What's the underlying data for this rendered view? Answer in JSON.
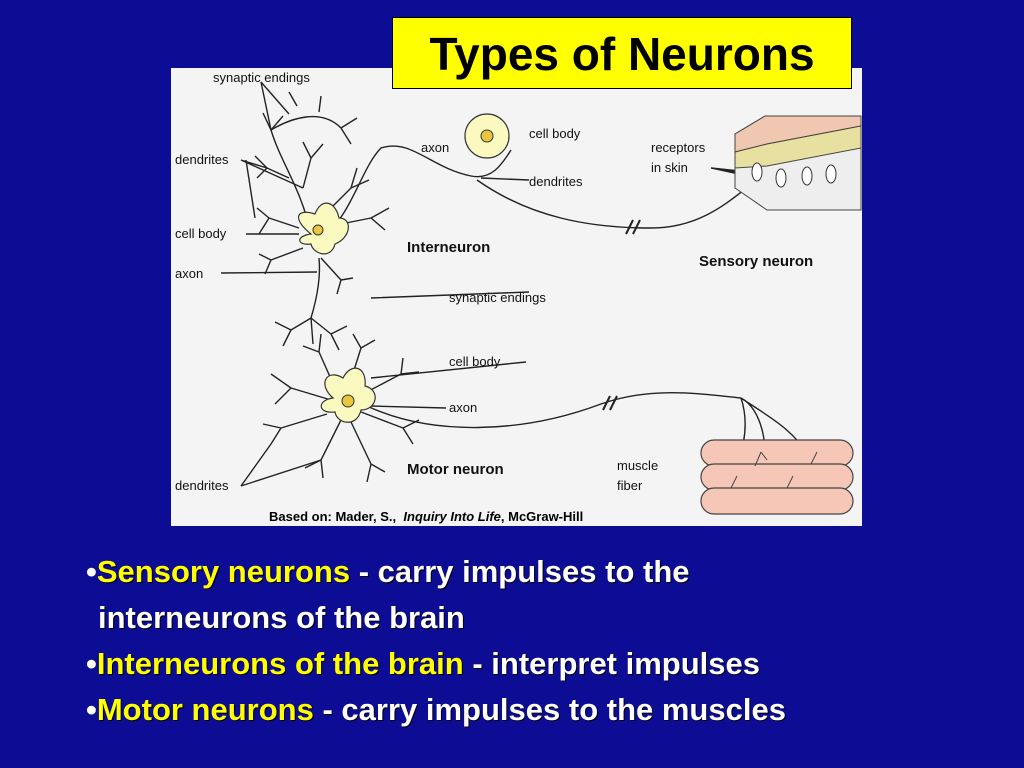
{
  "title": "Types of Neurons",
  "diagram": {
    "labels": {
      "synaptic_endings_top": "synaptic endings",
      "dendrites_left": "dendrites",
      "cell_body_left": "cell body",
      "axon_left": "axon",
      "axon_inter": "axon",
      "cell_body_sensory": "cell body",
      "dendrites_sensory": "dendrites",
      "receptors": "receptors",
      "in_skin": "in skin",
      "interneuron": "Interneuron",
      "sensory_neuron": "Sensory neuron",
      "synaptic_endings_mid": "synaptic endings",
      "cell_body_motor": "cell body",
      "axon_motor": "axon",
      "motor_neuron": "Motor neuron",
      "dendrites_motor": "dendrites",
      "muscle": "muscle",
      "fiber": "fiber"
    },
    "caption": {
      "prefix": "Based on: Mader, S.,",
      "book": "Inquiry Into Life",
      "publisher": ", McGraw-Hill"
    },
    "colors": {
      "cell_body": "#fafac0",
      "nucleus": "#e8c640",
      "skin": "#f0c7b1",
      "muscle": "#f6c7b7"
    }
  },
  "bullets": [
    {
      "term": "Sensory neurons",
      "text": " - carry impulses to the",
      "continuation": "interneurons of the brain"
    },
    {
      "term": "Interneurons of the brain",
      "text": " - interpret impulses"
    },
    {
      "term": "Motor neurons",
      "text": " - carry impulses to the muscles"
    }
  ],
  "bullet_symbol": "•"
}
